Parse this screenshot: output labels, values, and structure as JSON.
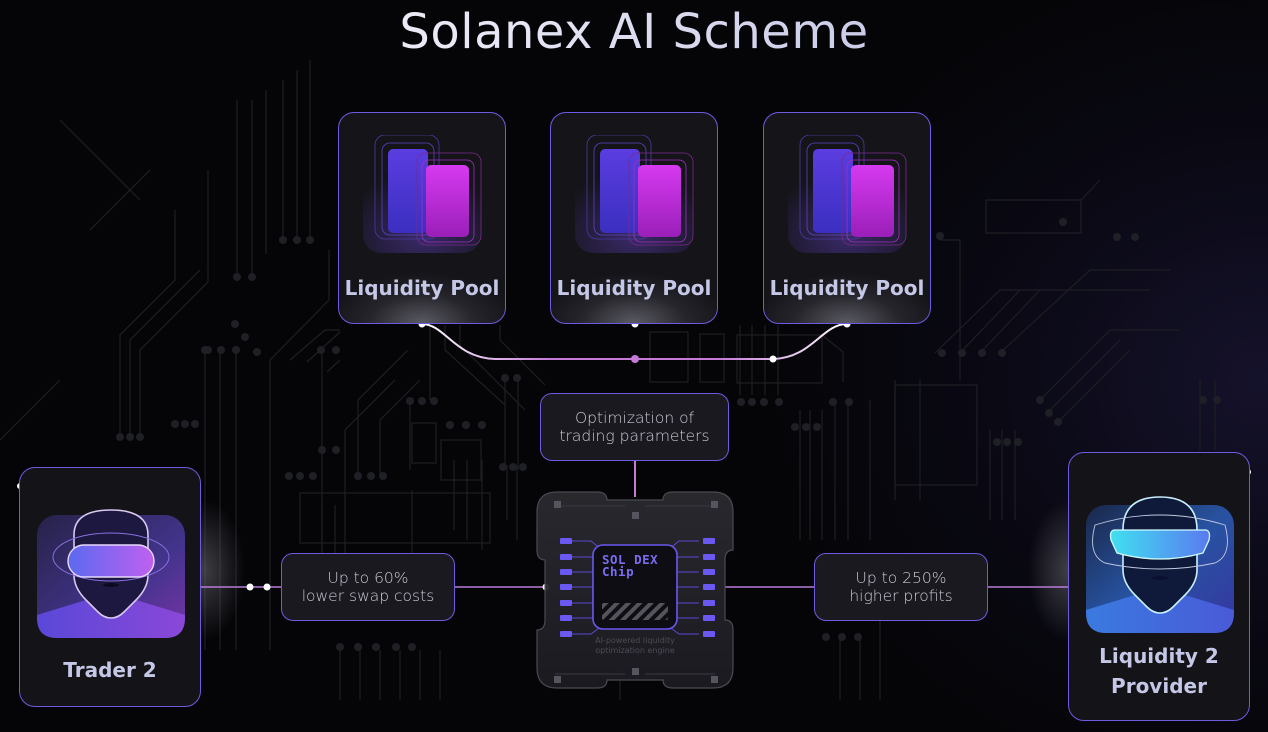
{
  "title": "Solanex AI Scheme",
  "liquidity_pools": [
    {
      "label": "Liquidity Pool",
      "icon": "liquidity-pool-icon"
    },
    {
      "label": "Liquidity Pool",
      "icon": "liquidity-pool-icon"
    },
    {
      "label": "Liquidity Pool",
      "icon": "liquidity-pool-icon"
    }
  ],
  "optimization_box": {
    "line1": "Optimization of",
    "line2": "trading parameters"
  },
  "chip": {
    "name": "SOL DEX\nChip",
    "caption_line1": "AI-powered liquidity",
    "caption_line2": "optimization engine",
    "icon": "chip-icon"
  },
  "left_box": {
    "line1": "Up to 60%",
    "line2": "lower swap costs"
  },
  "right_box": {
    "line1": "Up to 250%",
    "line2": "higher profits"
  },
  "trader": {
    "label": "Trader 2",
    "icon": "vr-trader-avatar-icon"
  },
  "provider": {
    "label_line1": "Liquidity 2",
    "label_line2": "Provider",
    "icon": "vr-provider-avatar-icon"
  },
  "colors": {
    "accent_border": "#6b5ce0",
    "connector": "#c57ad8",
    "chip_text": "#7a6df0",
    "background": "#050508"
  }
}
